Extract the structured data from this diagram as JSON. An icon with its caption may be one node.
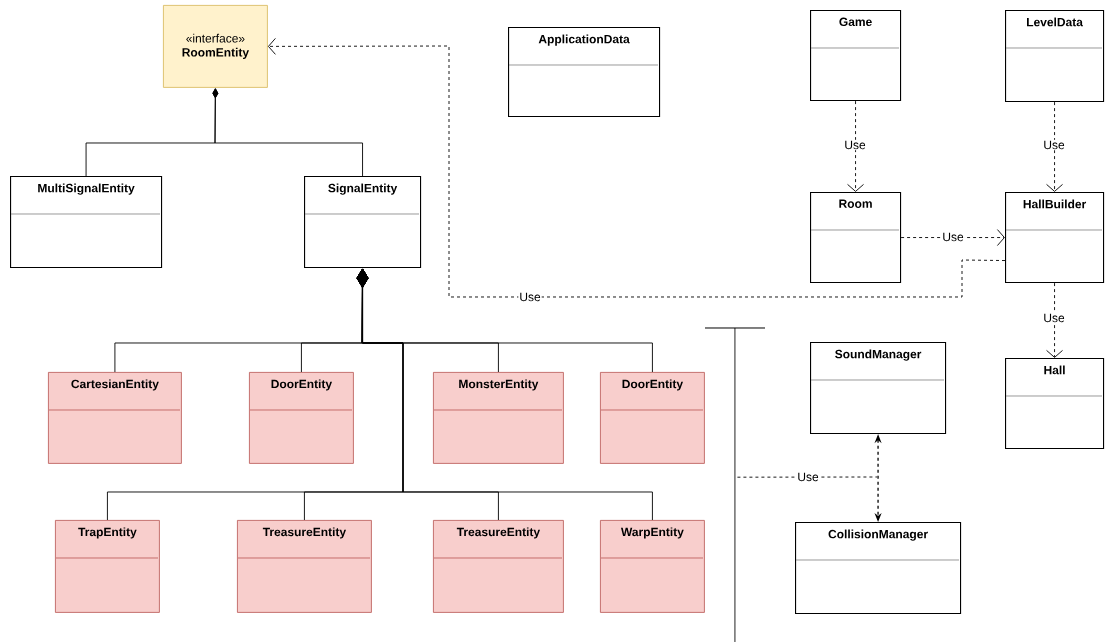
{
  "diagram": {
    "nodes": [
      {
        "text": [
          "«interface»",
          "RoomEntity"
        ]
      },
      {
        "text": [
          "ApplicationData"
        ]
      },
      {
        "text": [
          "Game"
        ]
      },
      {
        "text": [
          "LevelData"
        ]
      },
      {
        "text": [
          "MultiSignalEntity"
        ]
      },
      {
        "text": [
          "SignalEntity"
        ]
      },
      {
        "text": [
          "Room"
        ]
      },
      {
        "text": [
          "HallBuilder"
        ]
      },
      {
        "text": [
          "Hall"
        ]
      },
      {
        "text": [
          "CartesianEntity"
        ]
      },
      {
        "text": [
          "DoorEntity"
        ]
      },
      {
        "text": [
          "MonsterEntity"
        ]
      },
      {
        "text": [
          "DoorEntity"
        ]
      },
      {
        "text": [
          "SoundManager"
        ]
      },
      {
        "text": [
          "TrapEntity"
        ]
      },
      {
        "text": [
          "TreasureEntity"
        ]
      },
      {
        "text": [
          "TreasureEntity"
        ]
      },
      {
        "text": [
          "WarpEntity"
        ]
      },
      {
        "text": [
          "CollisionManager"
        ]
      },
      {
        "text": [],
        "shape": "bar"
      }
    ],
    "edges": [
      {
        "from": 4,
        "to": 0,
        "arrow": "other"
      },
      {
        "from": 5,
        "to": 0,
        "arrow": "other"
      },
      {
        "from": 2,
        "to": 6,
        "arrow": "to",
        "label": "Use",
        "style": "dashed"
      },
      {
        "from": 3,
        "to": 7,
        "arrow": "to",
        "label": "Use",
        "style": "dashed"
      },
      {
        "from": 6,
        "to": 7,
        "arrow": "to",
        "label": "Use",
        "style": "dashed"
      },
      {
        "from": 7,
        "to": 0,
        "arrow": "to",
        "label": "Use",
        "style": "dashed"
      },
      {
        "from": 7,
        "to": 8,
        "arrow": "to",
        "label": "Use",
        "style": "dashed"
      },
      {
        "from": 9,
        "to": 5,
        "arrow": "other"
      },
      {
        "from": 10,
        "to": 5,
        "arrow": "other"
      },
      {
        "from": 11,
        "to": 5,
        "arrow": "other"
      },
      {
        "from": 12,
        "to": 5,
        "arrow": "other"
      },
      {
        "from": 14,
        "to": 5,
        "arrow": "other"
      },
      {
        "from": 15,
        "to": 5,
        "arrow": "other"
      },
      {
        "from": 16,
        "to": 5,
        "arrow": "other"
      },
      {
        "from": 17,
        "to": 5,
        "arrow": "other"
      },
      {
        "from": 13,
        "to": 18,
        "arrow": "both",
        "style": "dashed"
      },
      {
        "from": 19,
        "to": null,
        "arrow": "none",
        "label": "Use",
        "style": "dashed"
      }
    ]
  }
}
